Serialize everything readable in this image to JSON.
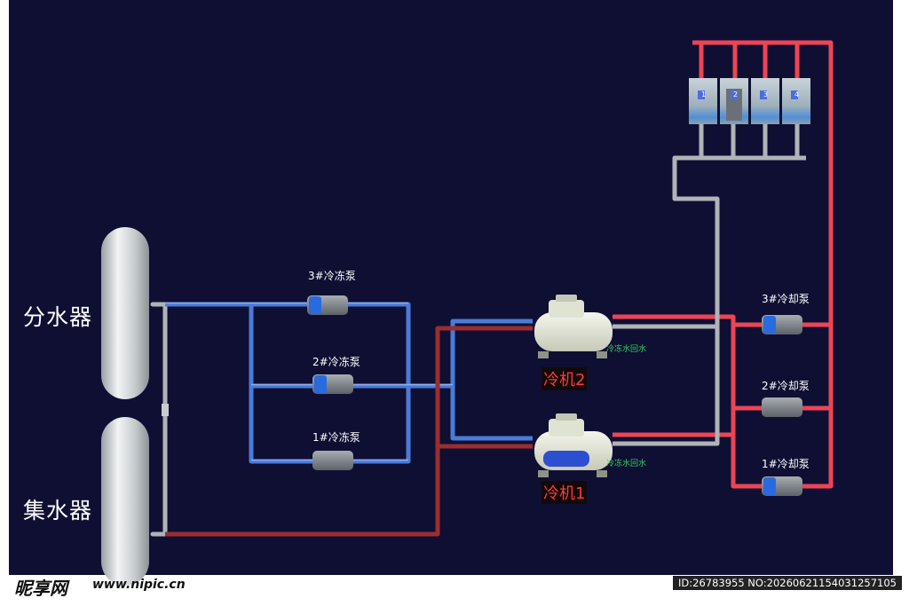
{
  "vessels": {
    "distributor": "分水器",
    "collector": "集水器"
  },
  "chilled_pumps": {
    "pump3": "3#冷冻泵",
    "pump2": "2#冷冻泵",
    "pump1": "1#冷冻泵"
  },
  "cooling_pumps": {
    "pump3": "3#冷却泵",
    "pump2": "2#冷却泵",
    "pump1": "1#冷却泵"
  },
  "chillers": {
    "chiller2": "冷机2",
    "chiller1": "冷机1",
    "return_label_2": "冷冻水回水",
    "return_label_1": "冷冻水回水"
  },
  "cooling_towers": [
    "1",
    "2",
    "3",
    "4"
  ],
  "watermark": {
    "logo": "昵享网",
    "url": "www.nipic.cn",
    "id_text": "ID:26783955 NO:20260621154031257105"
  },
  "colors": {
    "background": "#0f0f33",
    "chilled_pipe": "#4a7bd8",
    "hot_pipe": "#ee4455",
    "return_pipe": "#9a2e2e",
    "tower_pipe": "#b0b4b8",
    "chiller_label": "#ff3a3a",
    "green_label": "#2fd35a"
  }
}
